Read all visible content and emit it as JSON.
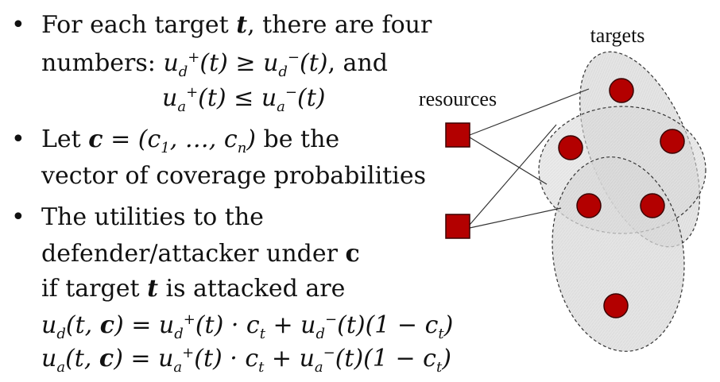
{
  "bullets": [
    {
      "symbol": "•",
      "lines": [
        {
          "pre": "For each target ",
          "var": "t",
          "post": ", there are four"
        },
        {
          "pre": "numbers: ",
          "math": "u_d^+(t) ≥ u_d^−(t)",
          "post": ", and"
        },
        {
          "math": "u_a^+(t) ≤ u_a^−(t)"
        }
      ]
    },
    {
      "symbol": "•",
      "lines": [
        {
          "pre": "Let ",
          "math": "c = (c_1, …, c_n)",
          "post": " be the"
        },
        {
          "pre": "vector of coverage probabilities"
        }
      ]
    },
    {
      "symbol": "•",
      "lines": [
        {
          "pre": "The utilities to the"
        },
        {
          "pre": "defender/attacker under ",
          "var": "c"
        },
        {
          "pre": "if target ",
          "var": "t",
          "post": " is attacked are"
        },
        {
          "math": "u_d(t, c) = u_d^+(t) · c_t + u_d^−(t)(1 − c_t)"
        },
        {
          "math": "u_a(t, c) = u_a^+(t) · c_t + u_a^−(t)(1 − c_t)"
        }
      ]
    }
  ],
  "diagram": {
    "label_targets": "targets",
    "label_resources": "resources",
    "colors": {
      "node": "#b30000",
      "node_stroke": "#5a0000",
      "ellipse_fill": "#d9d9d9",
      "line": "#333333"
    }
  }
}
